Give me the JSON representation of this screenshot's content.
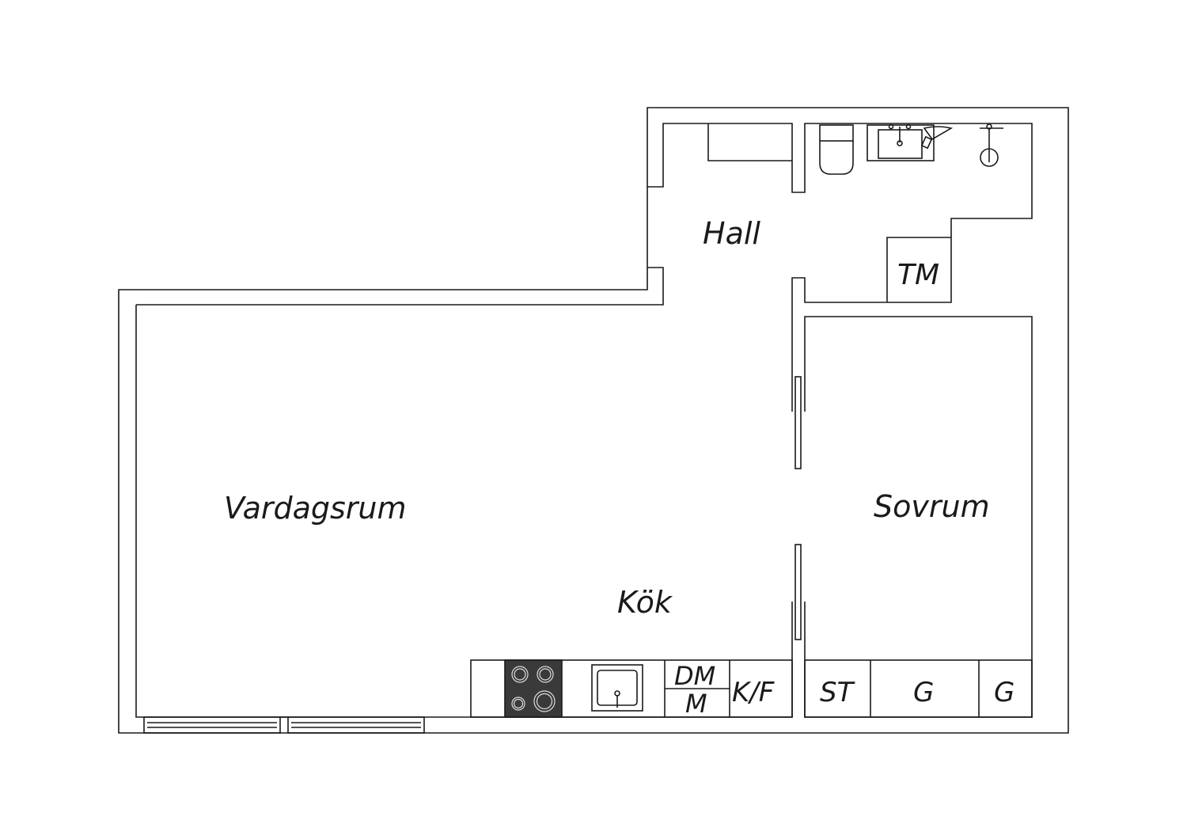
{
  "colors": {
    "wall": "#1a1a1a",
    "background": "#ffffff",
    "stove": "#3a3a3a"
  },
  "rooms": {
    "hall": "Hall",
    "vardagsrum": "Vardagsrum",
    "sovrum": "Sovrum",
    "kok": "Kök"
  },
  "fixtures": {
    "tm": "TM",
    "dm": "DM",
    "m": "M",
    "kf": "K/F",
    "st": "ST",
    "g1": "G",
    "g2": "G"
  },
  "icons": [
    "toilet-icon",
    "bathroom-sink-icon",
    "shower-icon",
    "stove-icon",
    "kitchen-sink-icon",
    "window-icon"
  ]
}
